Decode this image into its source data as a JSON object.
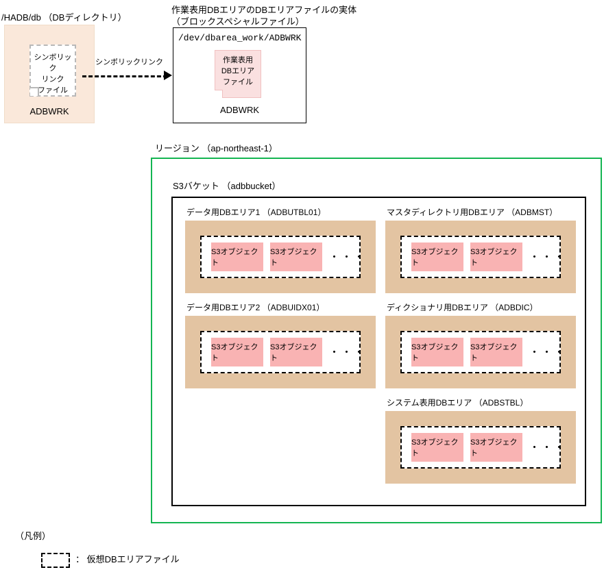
{
  "diagram": {
    "db_directory": {
      "label": "/HADB/db （DBディレクトリ）",
      "symlink_file_text": "シンボリック\nリンク\nファイル",
      "symlink_file_line1": "シンボリック",
      "symlink_file_line2": "リンク",
      "symlink_file_line3": "ファイル",
      "symlink_file_name": "ADBWRK",
      "bg_color": "#fae8da"
    },
    "link": {
      "label": "シンボリックリンク",
      "style": "dashed-arrow"
    },
    "block_special_file": {
      "title_line1": "作業表用DBエリアのDBエリアファイルの実体",
      "title_line2": "（ブロックスペシャルファイル）",
      "path": "/dev/dbarea_work/ADBWRK",
      "file_line1": "作業表用",
      "file_line2": "DBエリア",
      "file_line3": "ファイル",
      "file_name": "ADBWRK",
      "file_color": "#fae0e0"
    },
    "region": {
      "label": "リージョン （ap-northeast-1）",
      "border_color": "#13b551",
      "bucket": {
        "label": "S3バケット （adbbucket）",
        "border_color": "#000000",
        "areas": [
          {
            "label": "データ用DBエリア1 （ADBUTBL01）",
            "column": "left",
            "row": 1,
            "objects": [
              "S3オブジェクト",
              "S3オブジェクト"
            ],
            "ellipsis": "・・・"
          },
          {
            "label": "データ用DBエリア2 （ADBUIDX01）",
            "column": "left",
            "row": 2,
            "objects": [
              "S3オブジェクト",
              "S3オブジェクト"
            ],
            "ellipsis": "・・・"
          },
          {
            "label": "マスタディレクトリ用DBエリア （ADBMST）",
            "column": "right",
            "row": 1,
            "objects": [
              "S3オブジェクト",
              "S3オブジェクト"
            ],
            "ellipsis": "・・・"
          },
          {
            "label": "ディクショナリ用DBエリア （ADBDIC）",
            "column": "right",
            "row": 2,
            "objects": [
              "S3オブジェクト",
              "S3オブジェクト"
            ],
            "ellipsis": "・・・"
          },
          {
            "label": "システム表用DBエリア （ADBSTBL）",
            "column": "right",
            "row": 3,
            "objects": [
              "S3オブジェクト",
              "S3オブジェクト"
            ],
            "ellipsis": "・・・"
          }
        ],
        "area_bg_color": "#e3c4a2",
        "object_color": "#f9b3b3"
      }
    },
    "legend": {
      "title": "（凡例）",
      "entry_text": "： 仮想DBエリアファイル",
      "swatch_style": "dashed-rectangle"
    }
  }
}
